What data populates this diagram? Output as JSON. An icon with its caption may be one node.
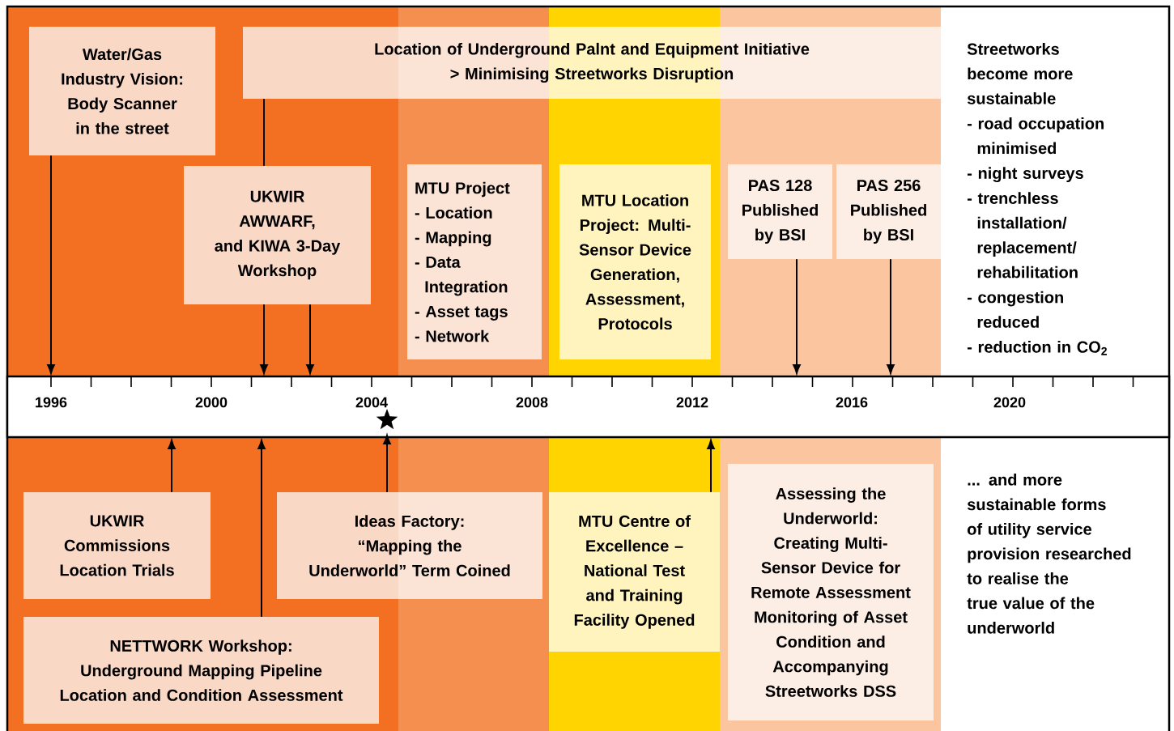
{
  "diagram": {
    "nodes": [
      {
        "text": [
          "Water/Gas Industry Vision: Body Scanner in the street"
        ]
      },
      {
        "text": [
          "Location of Underground Palnt and Equipment Initiative",
          "> Minimising Streetworks Disruption"
        ]
      },
      {
        "text": [
          "UKWIR AWWARF, and KIWA 3-Day Workshop"
        ]
      },
      {
        "text": [
          "MTU Project",
          "- Location",
          "- Mapping",
          "- Data Integration",
          "- Asset tags",
          "- Network"
        ]
      },
      {
        "text": [
          "MTU Location Project: Multi-Sensor Device Generation, Assessment, Protocols"
        ]
      },
      {
        "text": [
          "PAS 128 Published by BSI"
        ]
      },
      {
        "text": [
          "PAS 256 Published by BSI"
        ]
      },
      {
        "text": [
          "UKWIR Commissions Location Trials"
        ]
      },
      {
        "text": [
          "Ideas Factory:",
          "“Mapping the Underworld” Term Coined"
        ]
      },
      {
        "text": [
          "NETTWORK Workshop:",
          "Underground Mapping Pipeline Location and Condition Assessment"
        ]
      },
      {
        "text": [
          "MTU Centre of Excellence – National Test and Training Facility Opened"
        ]
      },
      {
        "text": [
          "Assessing the Underworld: Creating Multi-Sensor Device for Remote Assessment Monitoring of Asset Condition and Accompanying Streetworks DSS"
        ]
      },
      {
        "text": [],
        "shape": "star"
      }
    ],
    "edges": [
      {
        "from": 0,
        "to": null,
        "arrow": "to"
      },
      {
        "from": 1,
        "to": 2,
        "arrow": "none"
      },
      {
        "from": 2,
        "to": null,
        "arrow": "to"
      },
      {
        "from": 2,
        "to": null,
        "arrow": "to"
      },
      {
        "from": 5,
        "to": null,
        "arrow": "to"
      },
      {
        "from": 6,
        "to": null,
        "arrow": "to"
      },
      {
        "from": 7,
        "to": null,
        "arrow": "to"
      },
      {
        "from": 9,
        "to": null,
        "arrow": "to"
      },
      {
        "from": 8,
        "to": 12,
        "arrow": "to"
      },
      {
        "from": 10,
        "to": null,
        "arrow": "to"
      }
    ],
    "labels": [
      "Streetworks become more sustainable",
      "- road occupation minimised",
      "- night surveys",
      "- trenchless installation/ replacement/ rehabilitation",
      "- congestion reduced",
      "- reduction in CO$_{2}$",
      "1996",
      "2000",
      "2004",
      "2008",
      "2012",
      "2016",
      "2020",
      "... and more sustainable forms of utility service provision researched to realise the true value of the underworld"
    ]
  }
}
